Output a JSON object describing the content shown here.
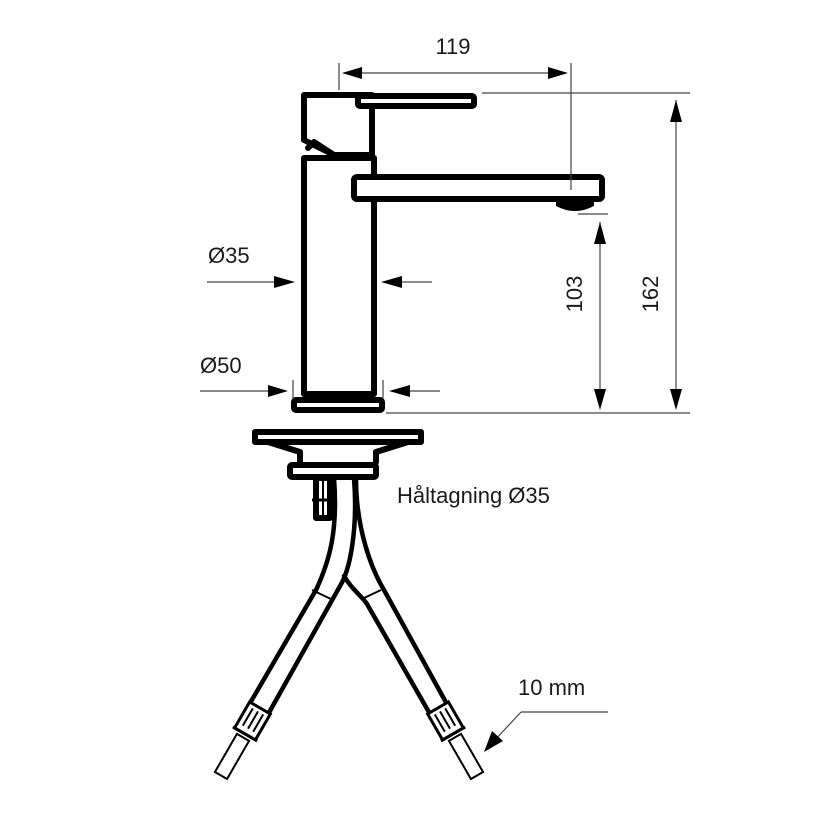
{
  "drawing": {
    "subject": "single-lever basin faucet technical drawing",
    "units": "mm",
    "dimensions": {
      "spout_reach": {
        "label": "119",
        "value": 119
      },
      "total_height": {
        "label": "162",
        "value": 162
      },
      "spout_outlet_height": {
        "label": "103",
        "value": 103
      },
      "body_diameter": {
        "label": "Ø35",
        "value": 35
      },
      "base_diameter": {
        "label": "Ø50",
        "value": 50
      }
    },
    "annotations": {
      "hole_size": "Håltagning Ø35",
      "hose_size": "10 mm"
    },
    "colors": {
      "line": "#000000",
      "dimension_line": "#444444",
      "text": "#1a1a1a",
      "background": "#ffffff"
    }
  }
}
